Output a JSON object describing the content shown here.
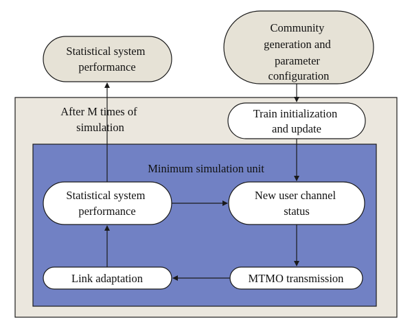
{
  "diagram": {
    "colors": {
      "outer_frame_fill": "#ebe7de",
      "inner_frame_fill": "#7181c4",
      "beige_node_fill": "#e6e2d6",
      "white_node_fill": "#ffffff",
      "stroke": "#1a1a1a"
    },
    "nodes": {
      "community_generation": {
        "lines": [
          "Community",
          "generation and",
          "parameter",
          "configuration"
        ]
      },
      "statistical_top": {
        "lines": [
          "Statistical system",
          "performance"
        ]
      },
      "train_initialization": {
        "lines": [
          "Train initialization",
          "and update"
        ]
      },
      "statistical_inner": {
        "lines": [
          "Statistical system",
          "performance"
        ]
      },
      "new_user_channel": {
        "lines": [
          "New user channel",
          "status"
        ]
      },
      "link_adaptation": {
        "lines": [
          "Link adaptation"
        ]
      },
      "mtmo_transmission": {
        "lines": [
          "MTMO transmission"
        ]
      }
    },
    "labels": {
      "after_m_times": [
        "After M times of",
        "simulation"
      ],
      "minimum_unit": "Minimum simulation unit"
    }
  }
}
